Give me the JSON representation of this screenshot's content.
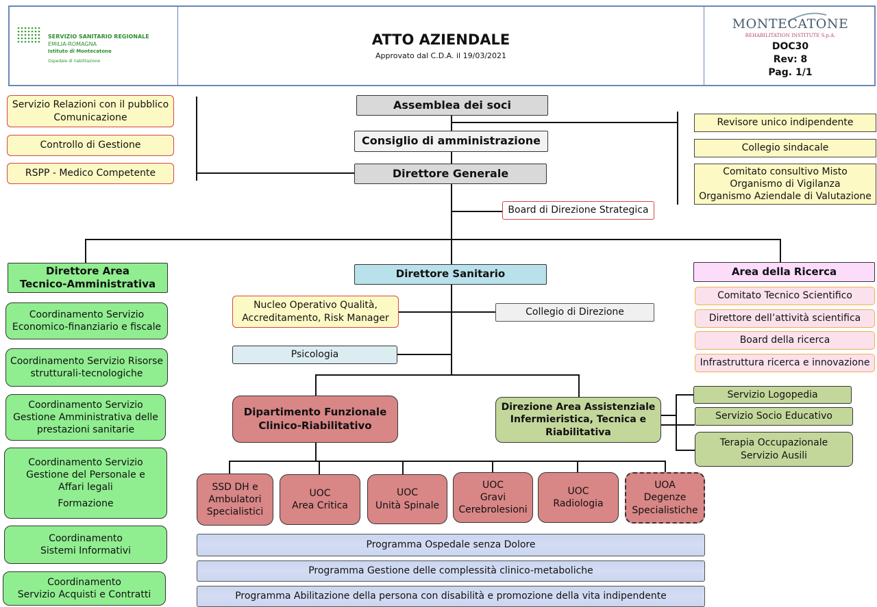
{
  "header": {
    "logo_left": {
      "line1": "SERVIZIO SANITARIO REGIONALE",
      "line2": "EMILIA-ROMAGNA",
      "line3": "Istituto di Montecatone",
      "line4": "Ospedale di riabilitazione"
    },
    "title": "ATTO AZIENDALE",
    "subtitle": "Approvato dal C.D.A. il 19/03/2021",
    "logo_right": {
      "name": "MONTECATONE",
      "tagline": "REHABILITATION INSTITUTE S.p.A."
    },
    "doc_code": "DOC30",
    "revision": "Rev: 8",
    "page": "Pag.  1/1"
  },
  "governance": {
    "assemblea": "Assemblea dei soci",
    "consiglio": "Consiglio di amministrazione",
    "direttore_generale": "Direttore Generale",
    "board_strategica": "Board di Direzione Strategica"
  },
  "staff_left": {
    "urp_line1": "Servizio Relazioni con il pubblico",
    "urp_line2": "Comunicazione",
    "controllo": "Controllo di Gestione",
    "rspp": "RSPP - Medico Competente"
  },
  "staff_right": {
    "revisore": "Revisore unico indipendente",
    "collegio_sindacale": "Collegio sindacale",
    "comitato_line1": "Comitato consultivo Misto",
    "comitato_line2": "Organismo di Vigilanza",
    "comitato_line3": "Organismo Aziendale di Valutazione"
  },
  "area_tecnico_amministrativa": {
    "head_line1": "Direttore Area",
    "head_line2": "Tecnico-Amministrativa",
    "items": [
      {
        "l1": "Coordinamento Servizio",
        "l2": "Economico-finanziario e fiscale"
      },
      {
        "l1": "Coordinamento Servizio Risorse",
        "l2": "strutturali-tecnologiche"
      },
      {
        "l1": "Coordinamento Servizio",
        "l2": "Gestione Amministrativa delle",
        "l3": "prestazioni sanitarie"
      },
      {
        "l1": "Coordinamento Servizio",
        "l2": "Gestione del Personale e",
        "l3": "Affari legali",
        "l4": "Formazione"
      },
      {
        "l1": "Coordinamento",
        "l2": "Sistemi Informativi"
      },
      {
        "l1": "Coordinamento",
        "l2": "Servizio Acquisti e Contratti"
      }
    ]
  },
  "area_sanitaria": {
    "direttore_sanitario": "Direttore Sanitario",
    "nucleo_line1": "Nucleo Operativo Qualità,",
    "nucleo_line2": "Accreditamento, Risk Manager",
    "collegio_direzione": "Collegio di Direzione",
    "psicologia": "Psicologia",
    "dipartimento_line1": "Dipartimento Funzionale",
    "dipartimento_line2": "Clinico-Riabilitativo",
    "direzione_assistenziale_line1": "Direzione Area Assistenziale",
    "direzione_assistenziale_line2": "Infermieristica, Tecnica e",
    "direzione_assistenziale_line3": "Riabilitativa",
    "servizi_assistenziali": {
      "logopedia": "Servizio Logopedia",
      "socio_educativo": "Servizio Socio Educativo",
      "terapia_line1": "Terapia Occupazionale",
      "terapia_line2": "Servizio Ausili"
    },
    "unita": [
      {
        "l1": "SSD DH e",
        "l2": "Ambulatori",
        "l3": "Specialistici"
      },
      {
        "l1": "UOC",
        "l2": "Area Critica"
      },
      {
        "l1": "UOC",
        "l2": "Unità Spinale"
      },
      {
        "l1": "UOC",
        "l2": "Gravi",
        "l3": "Cerebrolesioni"
      },
      {
        "l1": "UOC",
        "l2": "Radiologia"
      },
      {
        "l1": "UOA",
        "l2": "Degenze",
        "l3": "Specialistiche"
      }
    ],
    "programmi": [
      "Programma Ospedale senza Dolore",
      "Programma Gestione delle complessità clinico-metaboliche",
      "Programma Abilitazione della persona con disabilità e promozione della vita indipendente"
    ]
  },
  "area_ricerca": {
    "head": "Area della Ricerca",
    "items": [
      "Comitato Tecnico Scientifico",
      "Direttore dell’attività scientifica",
      "Board della ricerca",
      "Infrastruttura ricerca e innovazione"
    ]
  }
}
